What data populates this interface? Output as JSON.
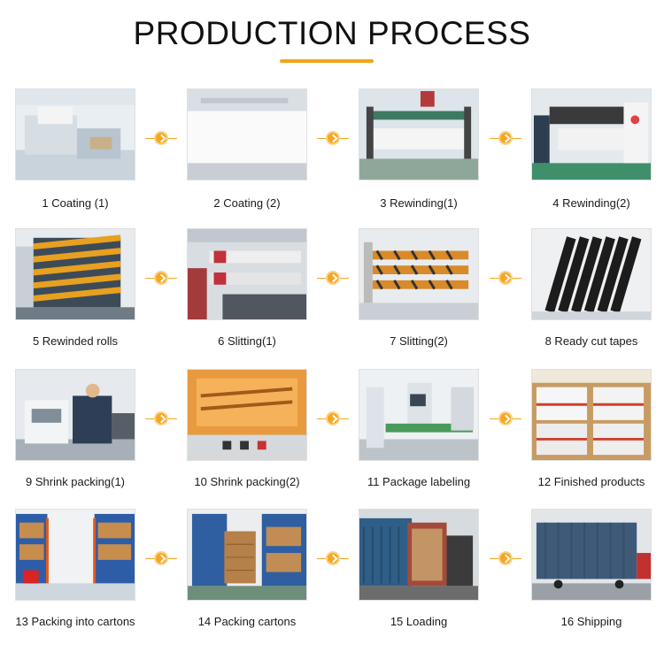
{
  "header": {
    "title": "PRODUCTION PROCESS"
  },
  "colors": {
    "accent": "#f2a51a"
  },
  "steps": [
    {
      "label": "1 Coating (1)",
      "scene": "coating1"
    },
    {
      "label": "2 Coating (2)",
      "scene": "coating2"
    },
    {
      "label": "3 Rewinding(1)",
      "scene": "rewind1"
    },
    {
      "label": "4 Rewinding(2)",
      "scene": "rewind2"
    },
    {
      "label": "5 Rewinded rolls",
      "scene": "rolls"
    },
    {
      "label": "6 Slitting(1)",
      "scene": "slit1"
    },
    {
      "label": "7 Slitting(2)",
      "scene": "slit2"
    },
    {
      "label": "8 Ready cut tapes",
      "scene": "tapes"
    },
    {
      "label": "9 Shrink packing(1)",
      "scene": "shrink1"
    },
    {
      "label": "10 Shrink packing(2)",
      "scene": "shrink2"
    },
    {
      "label": "11 Package labeling",
      "scene": "labeling"
    },
    {
      "label": "12 Finished products",
      "scene": "finished"
    },
    {
      "label": "13 Packing into cartons",
      "scene": "warehouse1"
    },
    {
      "label": "14 Packing cartons",
      "scene": "warehouse2"
    },
    {
      "label": "15 Loading",
      "scene": "loading"
    },
    {
      "label": "16 Shipping",
      "scene": "shipping"
    }
  ]
}
